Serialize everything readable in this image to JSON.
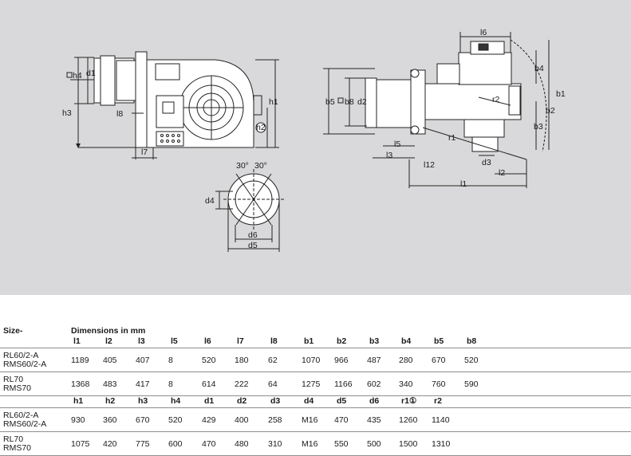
{
  "drawing": {
    "labels": {
      "h4": "h4",
      "d1": "d1",
      "h3": "h3",
      "l8": "l8",
      "l7": "l7",
      "h1": "h1",
      "h2": "h2",
      "angle1": "30°",
      "angle2": "30°",
      "d4": "d4",
      "d6": "d6",
      "d5": "d5",
      "l6": "l6",
      "b4": "b4",
      "b5": "b5",
      "b8": "b8",
      "d2": "d2",
      "r2": "r2",
      "b1": "b1",
      "b2": "b2",
      "b3": "b3",
      "r1": "r1",
      "l5": "l5",
      "l3": "l3",
      "l12": "l12",
      "d3": "d3",
      "l2": "l2",
      "l1": "l1"
    }
  },
  "table": {
    "size_header": "Size-",
    "dims_header": "Dimensions in mm",
    "section1": {
      "columns": [
        "l1",
        "l2",
        "l3",
        "l5",
        "l6",
        "l7",
        "l8",
        "b1",
        "b2",
        "b3",
        "b4",
        "b5",
        "b8"
      ],
      "rows": [
        {
          "size": [
            "RL60/2-A",
            "RMS60/2-A"
          ],
          "values": [
            "1189",
            "405",
            "407",
            "8",
            "520",
            "180",
            "62",
            "1070",
            "966",
            "487",
            "280",
            "670",
            "520"
          ]
        },
        {
          "size": [
            "RL70",
            "RMS70"
          ],
          "values": [
            "1368",
            "483",
            "417",
            "8",
            "614",
            "222",
            "64",
            "1275",
            "1166",
            "602",
            "340",
            "760",
            "590"
          ]
        }
      ]
    },
    "section2": {
      "columns": [
        "h1",
        "h2",
        "h3",
        "h4",
        "d1",
        "d2",
        "d3",
        "d4",
        "d5",
        "d6",
        "r1①",
        "r2"
      ],
      "rows": [
        {
          "size": [
            "RL60/2-A",
            "RMS60/2-A"
          ],
          "values": [
            "930",
            "360",
            "670",
            "520",
            "429",
            "400",
            "258",
            "M16",
            "470",
            "435",
            "1260",
            "1140"
          ]
        },
        {
          "size": [
            "RL70",
            "RMS70"
          ],
          "values": [
            "1075",
            "420",
            "775",
            "600",
            "470",
            "480",
            "310",
            "M16",
            "550",
            "500",
            "1500",
            "1310"
          ]
        }
      ]
    }
  }
}
